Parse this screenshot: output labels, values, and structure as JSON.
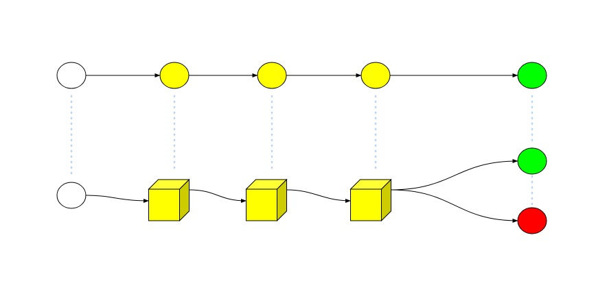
{
  "colors": {
    "background": "#ffffff",
    "empty": "#ffffff",
    "yellow": "#ffff00",
    "yellow_side": "#cccc00",
    "yellow_top": "#ffff33",
    "green": "#00ff00",
    "red": "#ff0000",
    "stroke": "#000000",
    "dotted_link": "#bcd6f0"
  },
  "diagram": {
    "top_row": [
      {
        "name": "top-node-start",
        "kind": "circle",
        "color": "empty"
      },
      {
        "name": "top-node-2",
        "kind": "circle",
        "color": "yellow"
      },
      {
        "name": "top-node-3",
        "kind": "circle",
        "color": "yellow"
      },
      {
        "name": "top-node-4",
        "kind": "circle",
        "color": "yellow"
      },
      {
        "name": "top-node-end",
        "kind": "circle",
        "color": "green"
      }
    ],
    "bottom_row": [
      {
        "name": "bottom-node-start",
        "kind": "circle",
        "color": "empty"
      },
      {
        "name": "bottom-cube-2",
        "kind": "cube",
        "color": "yellow"
      },
      {
        "name": "bottom-cube-3",
        "kind": "cube",
        "color": "yellow"
      },
      {
        "name": "bottom-cube-4",
        "kind": "cube",
        "color": "yellow"
      }
    ],
    "outcomes": [
      {
        "name": "outcome-success",
        "kind": "circle",
        "color": "green"
      },
      {
        "name": "outcome-failure",
        "kind": "circle",
        "color": "red"
      }
    ]
  }
}
